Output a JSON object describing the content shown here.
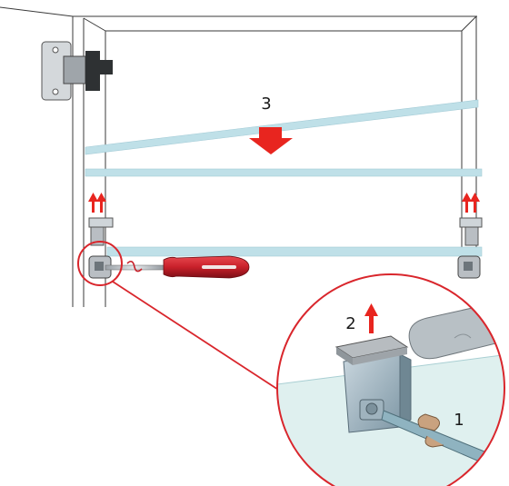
{
  "steps": {
    "step1": "1",
    "step2": "2",
    "step3": "3"
  },
  "colors": {
    "cabinet_line": "#3a3a3a",
    "glass_shelf": "#bfe0e8",
    "arrow_red": "#e8251f",
    "callout_ring": "#d9262c",
    "screwdriver_handle": "#c8202a",
    "metal": "#b9bec3",
    "zoom_background": "#dff0ef"
  },
  "icons": {
    "hinge": "cabinet-hinge-icon",
    "shelf_support": "shelf-support-clip-icon",
    "screwdriver": "screwdriver-icon",
    "finger": "finger-press-icon"
  }
}
